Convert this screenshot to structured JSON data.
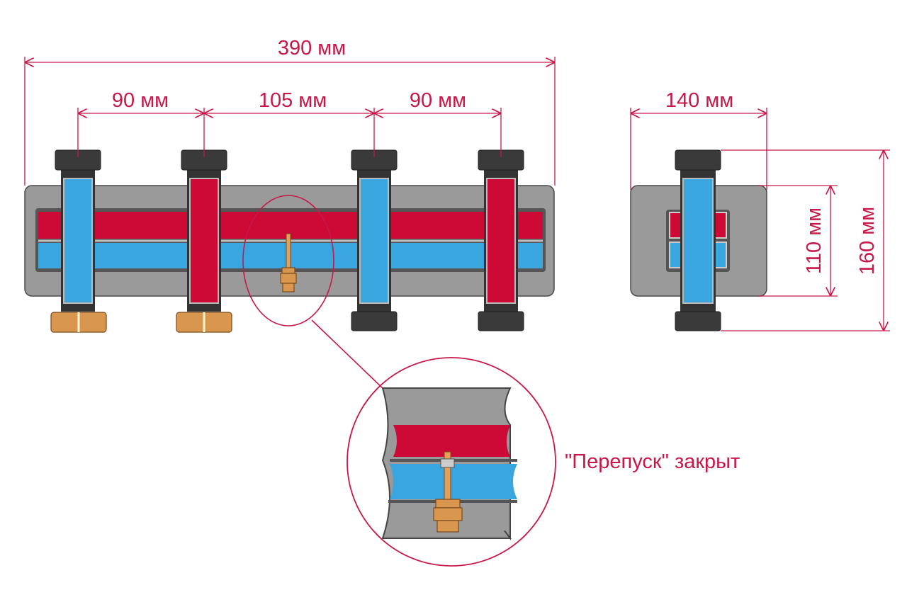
{
  "dimensions": {
    "total_width": "390 мм",
    "spacing_left": "90 мм",
    "spacing_middle": "105 мм",
    "spacing_right": "90 мм",
    "side_width": "140 мм",
    "body_height": "110 мм",
    "total_height": "160 мм"
  },
  "callout": {
    "label": "\"Перепуск\" закрыт"
  },
  "colors": {
    "supply": "#cc0a35",
    "return": "#3aa6e0",
    "body": "#9a9a9a",
    "dimension": "#c8184a"
  }
}
